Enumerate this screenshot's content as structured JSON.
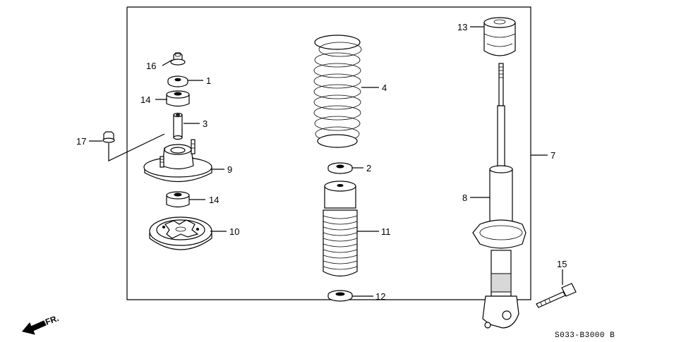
{
  "callouts": {
    "p1": "1",
    "p2": "2",
    "p3": "3",
    "p4": "4",
    "p7": "7",
    "p8": "8",
    "p9": "9",
    "p10": "10",
    "p11": "11",
    "p12": "12",
    "p13": "13",
    "p14a": "14",
    "p14b": "14",
    "p15": "15",
    "p16": "16",
    "p17": "17"
  },
  "diagram_code": "S033-B3000 B",
  "front_marker": "FR."
}
